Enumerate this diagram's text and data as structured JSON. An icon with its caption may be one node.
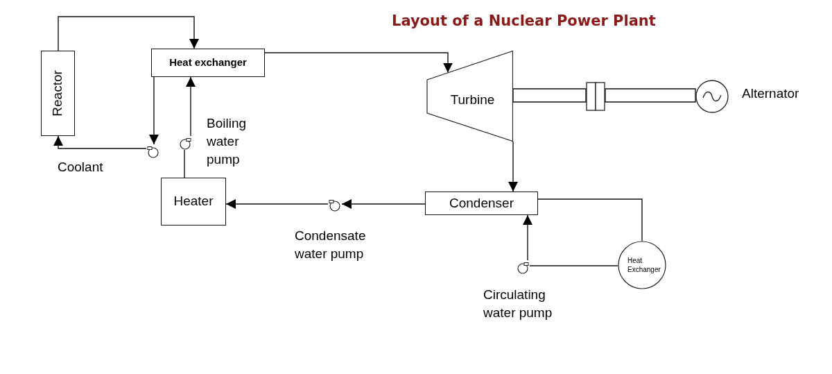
{
  "diagram": {
    "title": "Layout of a Nuclear Power Plant",
    "nodes": [
      {
        "text": [
          "Reactor"
        ]
      },
      {
        "text": [
          "Heat exchanger"
        ]
      },
      {
        "text": [],
        "shape": "circle"
      },
      {
        "text": [],
        "shape": "circle",
        "beside": [
          "Boiling water pump"
        ]
      },
      {
        "text": [
          "Heater"
        ]
      },
      {
        "text": [
          "Turbine"
        ]
      },
      {
        "text": [],
        "shape": "box"
      },
      {
        "text": [],
        "shape": "circle",
        "beside": [
          "Alternator"
        ]
      },
      {
        "text": [
          "Condenser"
        ]
      },
      {
        "text": [],
        "shape": "circle",
        "beside": [
          "Condensate water pump"
        ]
      },
      {
        "text": [],
        "shape": "circle",
        "beside": [
          "Circulating water pump"
        ]
      },
      {
        "text": [
          "Heat Exchanger"
        ]
      }
    ],
    "edges": [
      {
        "from": 0,
        "to": 1,
        "arrow": "to"
      },
      {
        "from": 1,
        "to": 2,
        "arrow": "to"
      },
      {
        "from": 2,
        "to": 0,
        "arrow": "to"
      },
      {
        "from": 4,
        "to": 3,
        "arrow": "none"
      },
      {
        "from": 3,
        "to": 1,
        "arrow": "to"
      },
      {
        "from": 1,
        "to": 5,
        "arrow": "to"
      },
      {
        "from": 5,
        "to": 6,
        "arrow": "none"
      },
      {
        "from": 6,
        "to": 7,
        "arrow": "none"
      },
      {
        "from": 5,
        "to": 8,
        "arrow": "to"
      },
      {
        "from": 8,
        "to": 9,
        "arrow": "to"
      },
      {
        "from": 9,
        "to": 4,
        "arrow": "to"
      },
      {
        "from": 8,
        "to": 11,
        "arrow": "none"
      },
      {
        "from": 11,
        "to": 10,
        "arrow": "none"
      },
      {
        "from": 10,
        "to": 8,
        "arrow": "to"
      }
    ],
    "labels": [
      "Coolant"
    ]
  }
}
